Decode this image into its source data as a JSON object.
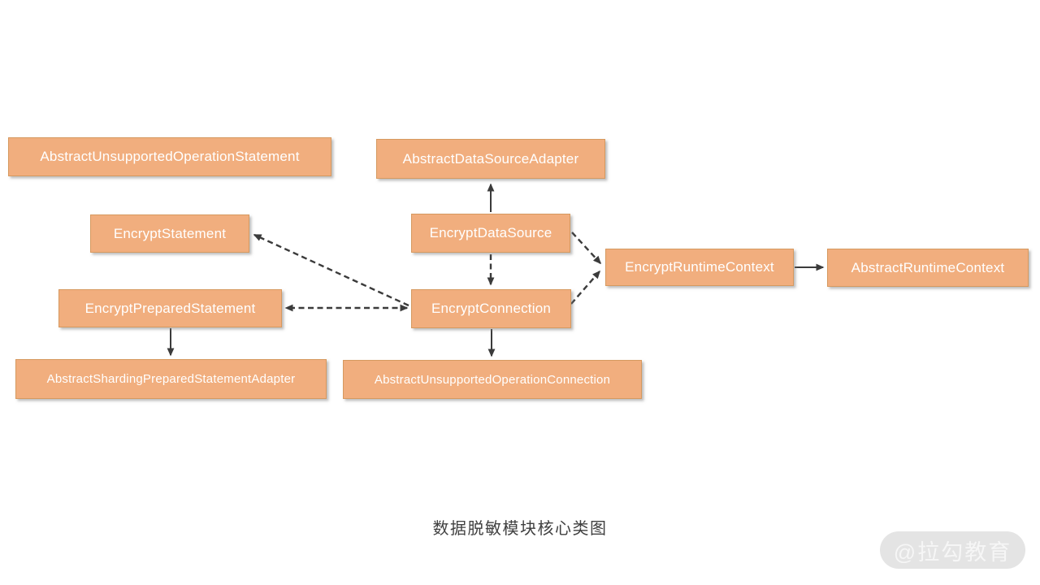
{
  "diagram": {
    "caption": "数据脱敏模块核心类图",
    "watermark": "@拉勾教育",
    "colors": {
      "node_fill": "#F1AE7E",
      "node_border": "#D6995F",
      "node_text": "#FFFFFF",
      "connector": "#3B3B3B",
      "caption_text": "#404040",
      "watermark_bg": "#E4E4E4",
      "watermark_text": "#F6F6F6",
      "background": "#FFFFFF"
    },
    "nodes": [
      {
        "id": "abstract-unsupported-operation-statement",
        "label": "AbstractUnsupportedOperationStatement"
      },
      {
        "id": "abstract-data-source-adapter",
        "label": "AbstractDataSourceAdapter"
      },
      {
        "id": "encrypt-statement",
        "label": "EncryptStatement"
      },
      {
        "id": "encrypt-data-source",
        "label": "EncryptDataSource"
      },
      {
        "id": "encrypt-runtime-context",
        "label": "EncryptRuntimeContext"
      },
      {
        "id": "abstract-runtime-context",
        "label": "AbstractRuntimeContext"
      },
      {
        "id": "encrypt-prepared-statement",
        "label": "EncryptPreparedStatement"
      },
      {
        "id": "encrypt-connection",
        "label": "EncryptConnection"
      },
      {
        "id": "abstract-sharding-prepared-statement-adapter",
        "label": "AbstractShardingPreparedStatementAdapter"
      },
      {
        "id": "abstract-unsupported-operation-connection",
        "label": "AbstractUnsupportedOperationConnection"
      }
    ],
    "edges": [
      {
        "from": "EncryptDataSource",
        "to": "AbstractDataSourceAdapter",
        "style": "solid",
        "arrow": "to"
      },
      {
        "from": "EncryptDataSource",
        "to": "EncryptConnection",
        "style": "dashed",
        "arrow": "to"
      },
      {
        "from": "EncryptConnection",
        "to": "EncryptStatement",
        "style": "dashed",
        "arrow": "to"
      },
      {
        "from": "EncryptConnection",
        "to": "EncryptPreparedStatement",
        "style": "dashed",
        "arrow": "both"
      },
      {
        "from": "EncryptDataSource",
        "to": "EncryptRuntimeContext",
        "style": "dashed",
        "arrow": "to"
      },
      {
        "from": "EncryptConnection",
        "to": "EncryptRuntimeContext",
        "style": "dashed",
        "arrow": "to"
      },
      {
        "from": "EncryptRuntimeContext",
        "to": "AbstractRuntimeContext",
        "style": "solid",
        "arrow": "to"
      },
      {
        "from": "EncryptPreparedStatement",
        "to": "AbstractShardingPreparedStatementAdapter",
        "style": "solid",
        "arrow": "to"
      },
      {
        "from": "EncryptConnection",
        "to": "AbstractUnsupportedOperationConnection",
        "style": "solid",
        "arrow": "to"
      }
    ]
  }
}
